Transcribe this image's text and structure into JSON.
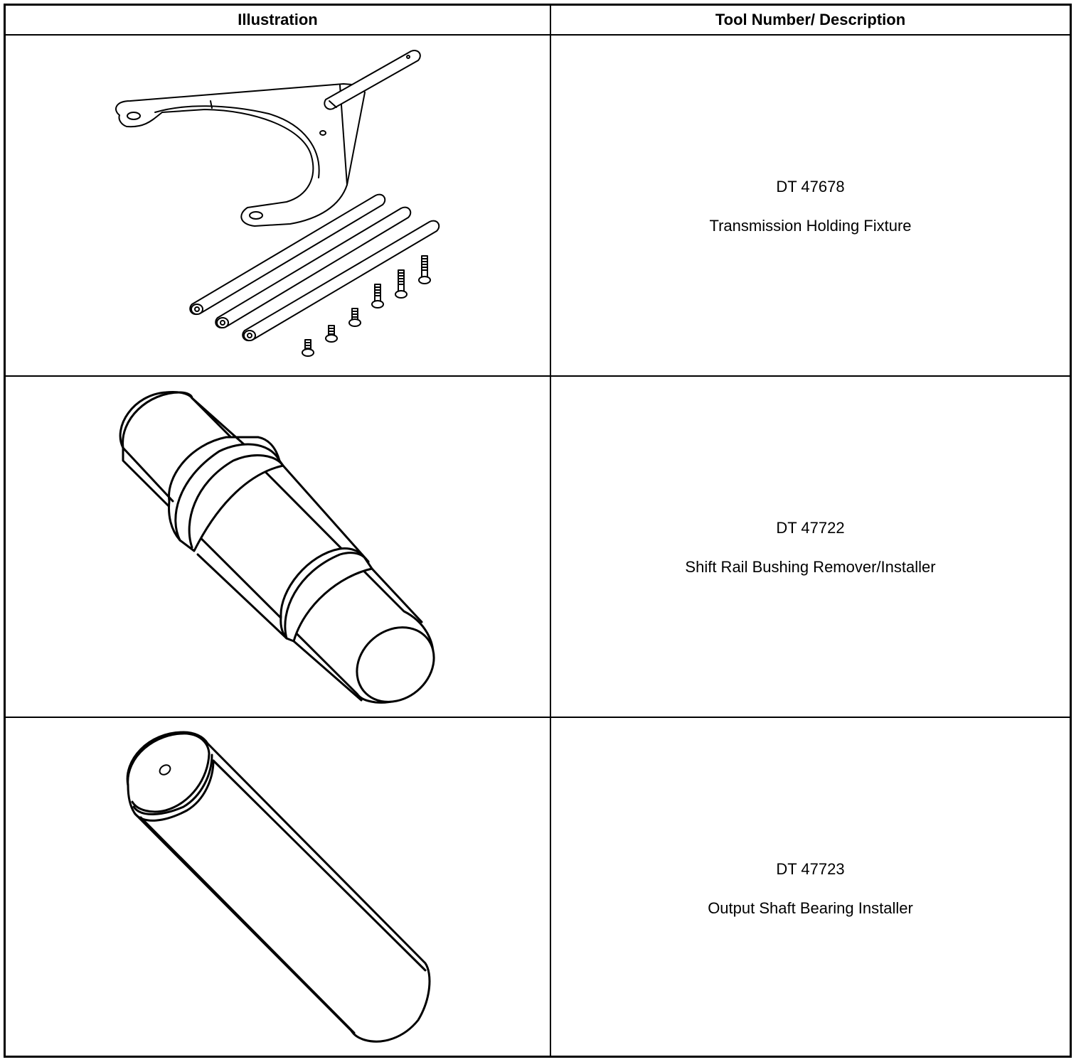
{
  "table": {
    "headers": {
      "illustration": "Illustration",
      "tool": "Tool Number/ Description"
    },
    "rows": [
      {
        "tool_number": "DT 47678",
        "description": "Transmission Holding Fixture",
        "illustration": "holding-fixture-illustration"
      },
      {
        "tool_number": "DT 47722",
        "description": "Shift Rail Bushing Remover/Installer",
        "illustration": "bushing-remover-illustration"
      },
      {
        "tool_number": "DT 47723",
        "description": "Output Shaft Bearing Installer",
        "illustration": "bearing-installer-illustration"
      }
    ]
  }
}
